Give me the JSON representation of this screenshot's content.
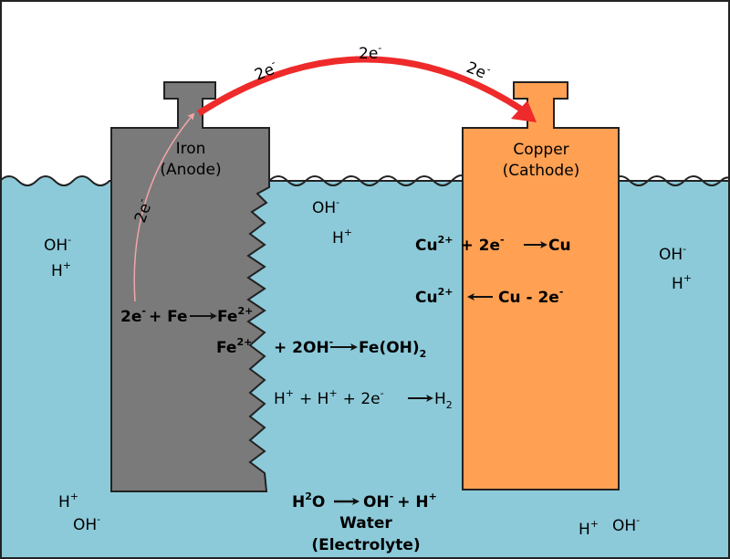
{
  "colors": {
    "water": "#8ccad9",
    "iron": "#7a7a7a",
    "copper": "#ffa053",
    "arrow_red": "#ee2a2a",
    "outline": "#222222"
  },
  "iron": {
    "name": "Iron",
    "role": "(Anode)"
  },
  "copper": {
    "name": "Copper",
    "role": "(Cathode)"
  },
  "electron_flow": {
    "top_left": {
      "base": "2e",
      "sup": "-"
    },
    "top_mid": {
      "base": "2e",
      "sup": "-"
    },
    "top_right": {
      "base": "2e",
      "sup": "-"
    },
    "internal": {
      "base": "2e",
      "sup": "-"
    }
  },
  "ions": {
    "left_oh": {
      "base": "OH",
      "sup": "-"
    },
    "left_h": {
      "base": "H",
      "sup": "+"
    },
    "center_oh": {
      "base": "OH",
      "sup": "-"
    },
    "center_h": {
      "base": "H",
      "sup": "+"
    },
    "right_oh": {
      "base": "OH",
      "sup": "-"
    },
    "right_h": {
      "base": "H",
      "sup": "+"
    },
    "bl_h": {
      "base": "H",
      "sup": "+"
    },
    "bl_oh": {
      "base": "OH",
      "sup": "-"
    },
    "br_h": {
      "base": "H",
      "sup": "+"
    },
    "br_oh": {
      "base": "OH",
      "sup": "-"
    }
  },
  "reactions": {
    "iron_oxidation": {
      "e": "2e",
      "e_sup": "-",
      "mid": "+ Fe",
      "product": "Fe",
      "product_sup": "2+"
    },
    "ferric": {
      "reactant": "Fe",
      "reactant_sup": "2+",
      "mid": "+ 2OH",
      "mid_sup": "-",
      "product": "Fe(OH)",
      "product_sub": "2"
    },
    "hydrogen": {
      "h1": "H",
      "h1_sup": "+",
      "plus1": "+ H",
      "h2_sup": "+",
      "plus2": "+ 2e",
      "e_sup": "-",
      "product": "H",
      "product_sub": "2"
    },
    "cu_reduction": {
      "reactant": "Cu",
      "reactant_sup": "2+",
      "mid": "+ 2e",
      "mid_sup": "-",
      "product": "Cu"
    },
    "cu_oxidation": {
      "product": "Cu",
      "product_sup": "2+",
      "reactant": "Cu - 2e",
      "reactant_sup": "-"
    },
    "water": {
      "a": "H",
      "a_sup": "2",
      "b": "O",
      "p1": "OH",
      "p1_sup": "-",
      "plus": "+ H",
      "plus_sup": "+"
    }
  },
  "water_label": {
    "line1": "Water",
    "line2": "(Electrolyte)"
  }
}
